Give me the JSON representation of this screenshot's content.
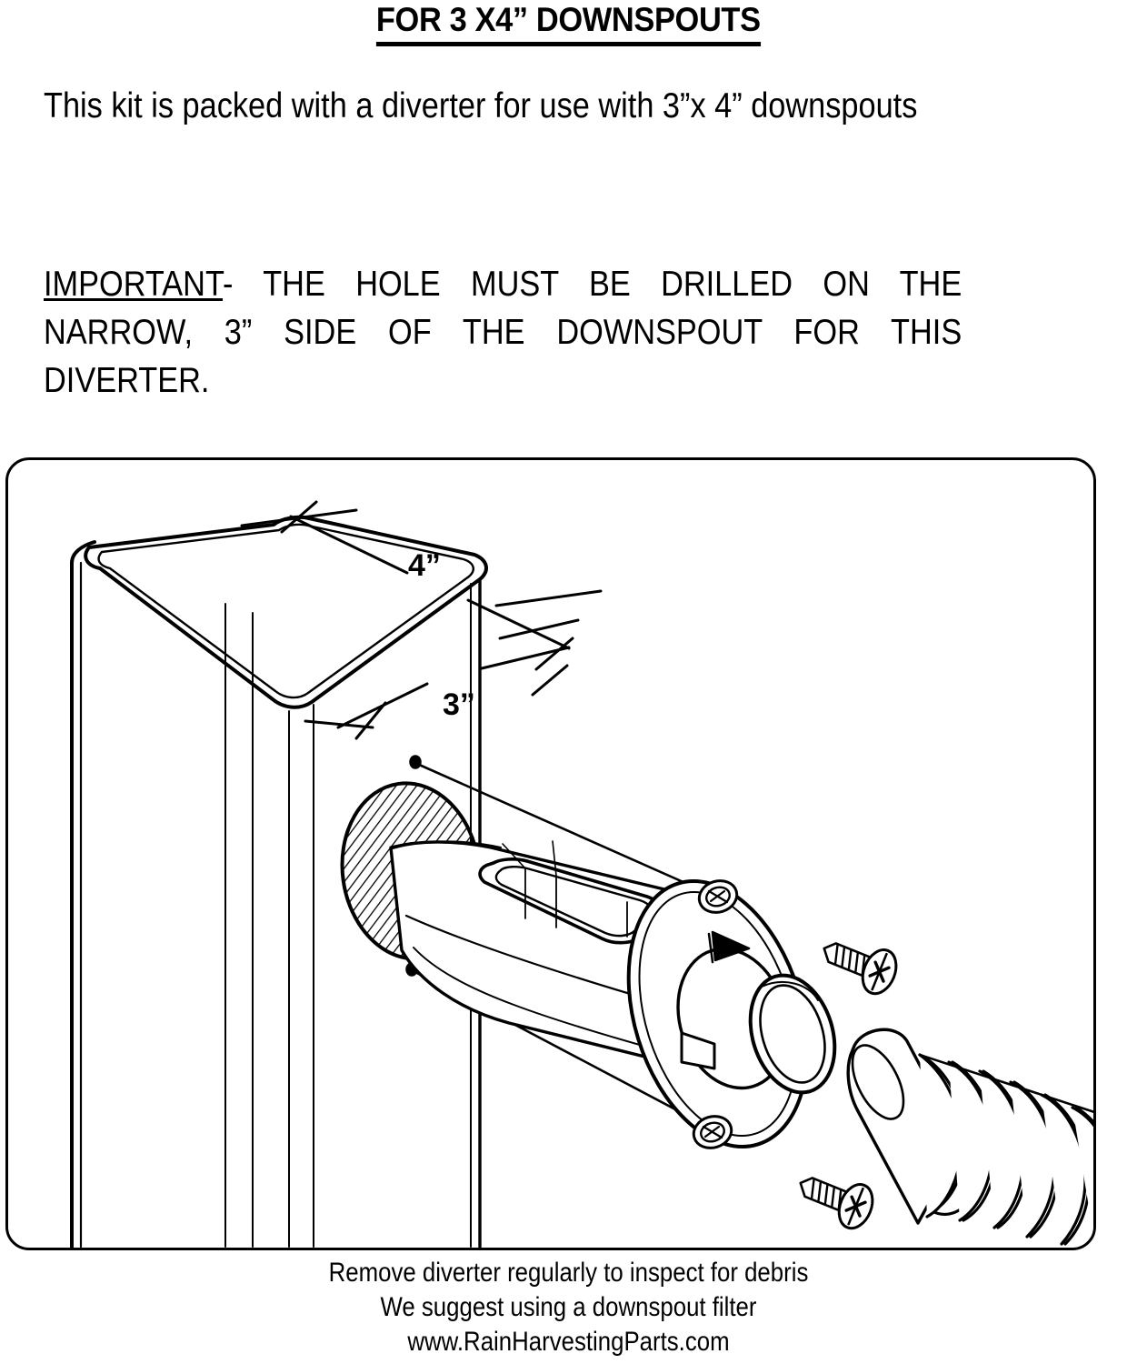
{
  "document": {
    "title": "FOR 3 X4” DOWNSPOUTS",
    "intro_paragraph": "This kit is packed with a diverter for use with 3”x 4” downspouts",
    "important": {
      "keyword": "IMPORTANT",
      "rest": "- THE HOLE MUST BE DRILLED ON THE NARROW, 3” SIDE OF THE DOWNSPOUT FOR THIS DIVERTER."
    }
  },
  "diagram": {
    "dimension_labels": [
      {
        "id": "width-4in",
        "text": "4”"
      },
      {
        "id": "depth-3in",
        "text": "3”"
      }
    ],
    "parts": [
      "downspout",
      "drilled-hole-ellipse",
      "diverter-scoop",
      "flange-plate",
      "outlet-spigot",
      "flow-arrow",
      "screw-upper",
      "screw-lower",
      "corrugated-hose"
    ]
  },
  "footer": {
    "line1": "Remove diverter regularly to inspect for debris",
    "line2": "We suggest using a downspout filter",
    "line3": "www.RainHarvestingParts.com"
  },
  "colors": {
    "ink": "#000000",
    "paper": "#ffffff"
  }
}
